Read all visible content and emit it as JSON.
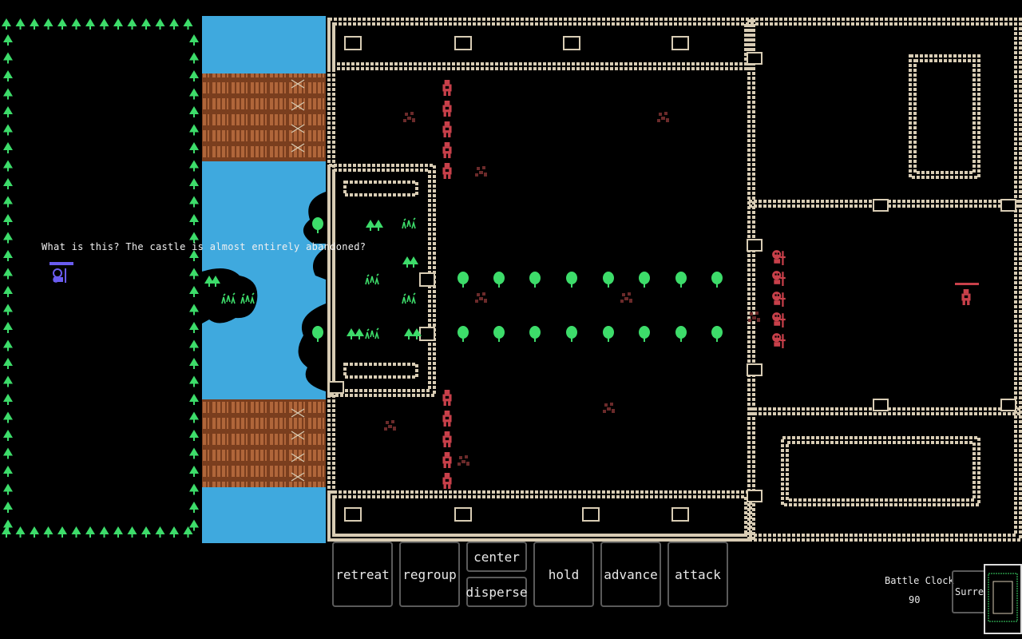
{
  "dialog": {
    "text": "What is this? The castle is almost entirely abandoned?"
  },
  "commands": {
    "retreat": "retreat",
    "regroup": "regroup",
    "center": "center",
    "disperse": "disperse",
    "hold": "hold",
    "advance": "advance",
    "attack": "attack"
  },
  "hud": {
    "battle_clock_label": "Battle Clock",
    "battle_clock_value": "90",
    "surrender_label": "Surrender"
  },
  "colors": {
    "background": "#000000",
    "water": "#3fa9de",
    "wall": "#d8ccb4",
    "bridge": "#b0663a",
    "tree": "#3ddc6a",
    "enemy": "#c8404a",
    "player": "#6a5cf0",
    "rubble": "#6b2a2a"
  },
  "units": {
    "player_commander": "player-commander-icon",
    "enemy_commander": "enemy-commander-icon",
    "enemy_soldier": "enemy-soldier-icon",
    "enemy_skeleton": "skeleton-soldier-icon"
  }
}
